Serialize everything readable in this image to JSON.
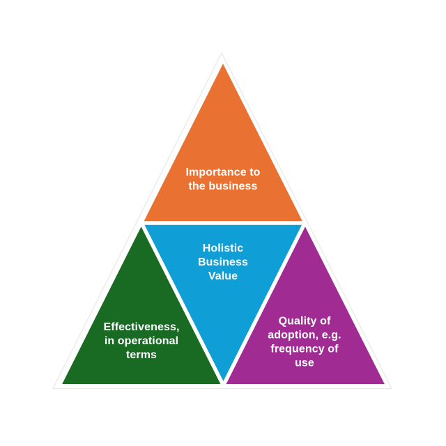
{
  "diagram": {
    "type": "pyramid-four-segment",
    "background_color": "#ffffff",
    "text_color": "#ffffff",
    "outline_color": "#e9e9e9",
    "separator_color": "#ffffff",
    "segments": {
      "top": {
        "label": "Importance to\nthe business",
        "color": "#E97132"
      },
      "center": {
        "label": "Holistic\nBusiness\nValue",
        "color": "#0F9ED5"
      },
      "bottom_left": {
        "label": "Effectiveness,\nin operational\nterms",
        "color": "#196B24"
      },
      "bottom_right": {
        "label": "Quality of\nadoption, e.g.\nfrequency of\nuse",
        "color": "#A02B93"
      }
    }
  }
}
